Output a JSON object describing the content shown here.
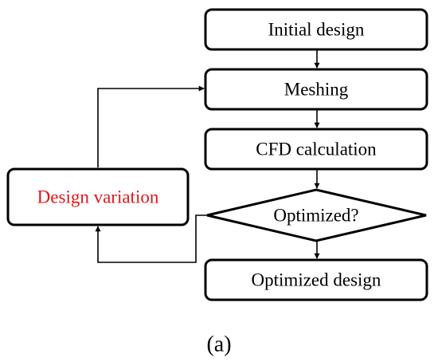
{
  "flowchart": {
    "steps": {
      "initial_design": "Initial design",
      "meshing": "Meshing",
      "cfd_calculation": "CFD calculation",
      "optimized_check": "Optimized?",
      "optimized_design": "Optimized design",
      "design_variation": "Design variation"
    },
    "caption": "(a)",
    "colors": {
      "design_variation_text": "#e0181b",
      "stroke": "#000000"
    }
  }
}
